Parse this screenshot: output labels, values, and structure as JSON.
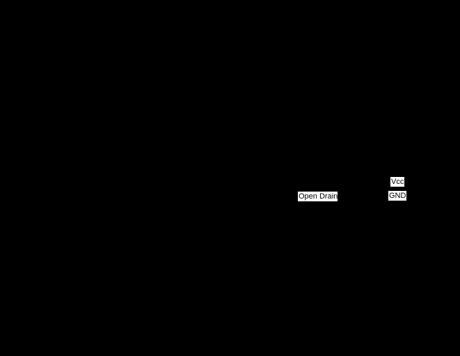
{
  "diagram": {
    "background": "#000000",
    "line_color": "#000000",
    "label_background": "#ffffff",
    "label_text_color": "#000000",
    "labels": {
      "open_drain": "Open Drain",
      "vcc": "Vcc",
      "gnd": "GND"
    }
  }
}
